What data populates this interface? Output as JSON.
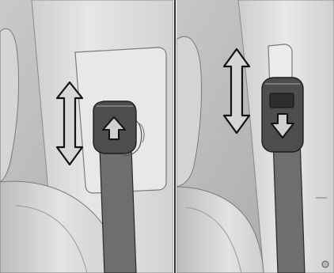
{
  "figure": {
    "panels": [
      {
        "state": "height-adjuster-raised",
        "arrow_on_button": "up"
      },
      {
        "state": "height-adjuster-lowered",
        "arrow_on_button": "down"
      }
    ],
    "colors": {
      "background": "#bdbdbd",
      "pillar": "#d6d6d6",
      "trim_panel": "#e4e4e4",
      "belt": "#6e6e6e",
      "adjuster": "#5a5a5a",
      "arrow_fill": "#cfcfcf",
      "arrow_stroke": "#1a1a1a"
    }
  }
}
